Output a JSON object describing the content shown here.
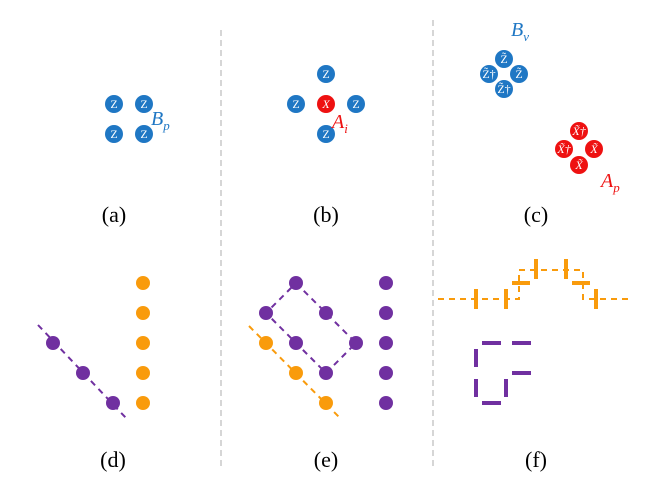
{
  "figure": {
    "colors": {
      "grid": "#000000",
      "z_blue": "#1f77c4",
      "x_red": "#ee1111",
      "orange": "#f99b0c",
      "purple": "#7030a0",
      "separator": "#c8c8c8"
    },
    "panels": [
      {
        "id": "a",
        "caption": "(a)",
        "operator_label": "B",
        "operator_sub": "p",
        "qubit_ops": [
          "Z",
          "Z",
          "Z",
          "Z"
        ]
      },
      {
        "id": "b",
        "caption": "(b)",
        "operator_label": "A",
        "operator_sub": "i",
        "center_op": "X",
        "qubit_ops": [
          "Z",
          "Z",
          "Z",
          "Z"
        ]
      },
      {
        "id": "c",
        "caption": "(c)",
        "labels": [
          {
            "label": "B",
            "sub": "v",
            "qubit_ops": [
              "Z̃",
              "Z̃†",
              "Z̃",
              "Z̃†"
            ]
          },
          {
            "label": "A",
            "sub": "p",
            "qubit_ops": [
              "X̃†",
              "X̃†",
              "X̃",
              "X̃"
            ]
          }
        ]
      },
      {
        "id": "d",
        "caption": "(d)"
      },
      {
        "id": "e",
        "caption": "(e)"
      },
      {
        "id": "f",
        "caption": "(f)"
      }
    ]
  }
}
